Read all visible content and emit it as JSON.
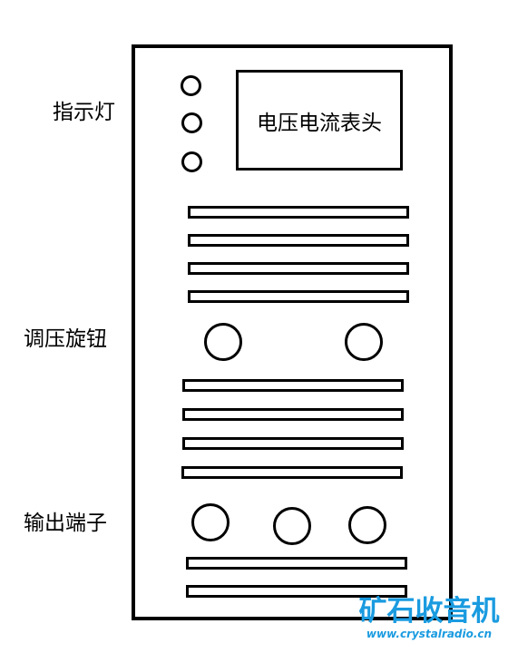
{
  "labels": {
    "indicator": "指示灯",
    "knob": "调压旋钮",
    "output": "输出端子"
  },
  "meter": {
    "text": "电压电流表头"
  },
  "watermark": {
    "title": "矿石收音机",
    "url": "www.crystalradio.cn",
    "color": "#1a9be0"
  }
}
